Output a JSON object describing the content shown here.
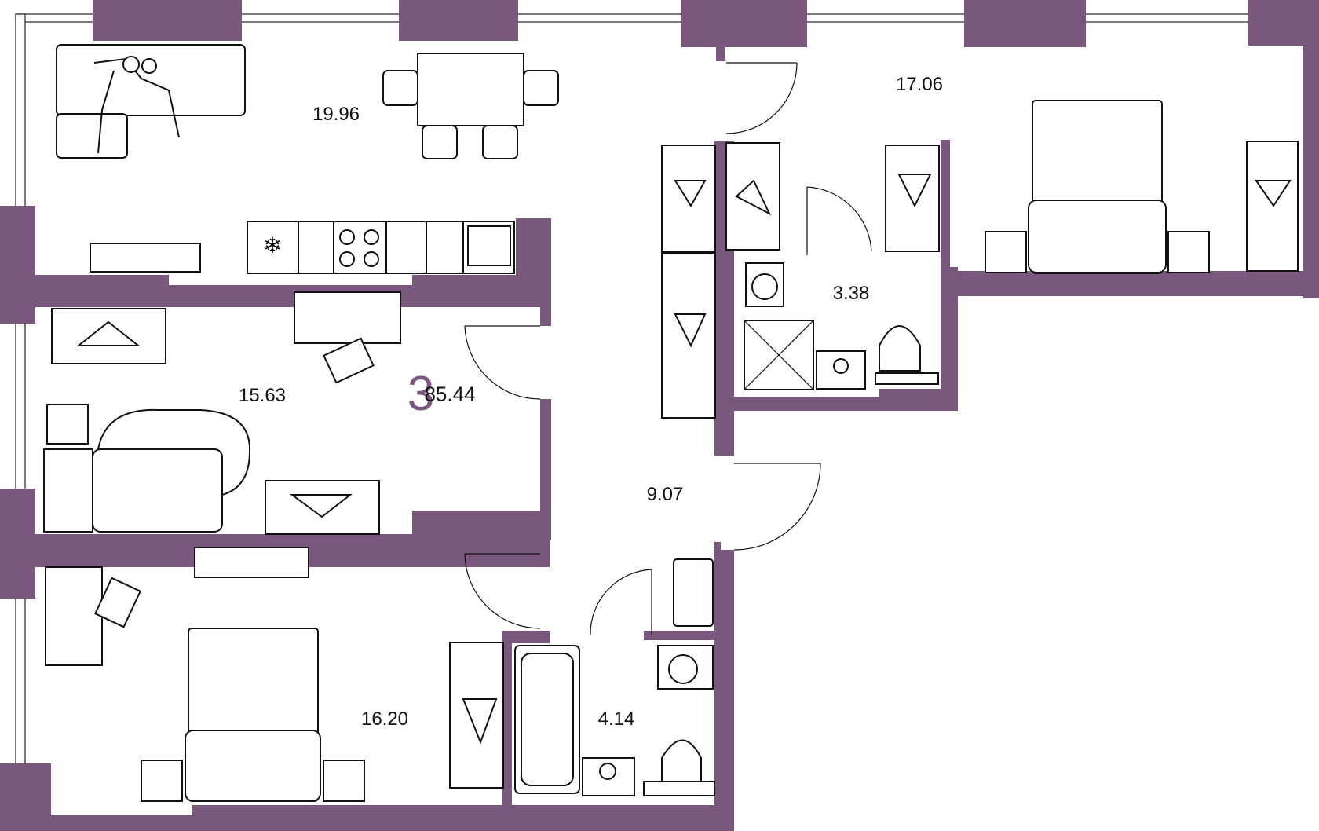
{
  "plan": {
    "rooms_count": "3",
    "total_area": "85.44",
    "accent_color": "#7a577d",
    "rooms": [
      {
        "id": "living-kitchen",
        "area": "19.96"
      },
      {
        "id": "bedroom-northeast",
        "area": "17.06"
      },
      {
        "id": "bathroom-shower",
        "area": "3.38"
      },
      {
        "id": "bedroom-middle",
        "area": "15.63"
      },
      {
        "id": "hallway",
        "area": "9.07"
      },
      {
        "id": "bedroom-southwest",
        "area": "16.20"
      },
      {
        "id": "bathroom-tub",
        "area": "4.14"
      }
    ]
  }
}
